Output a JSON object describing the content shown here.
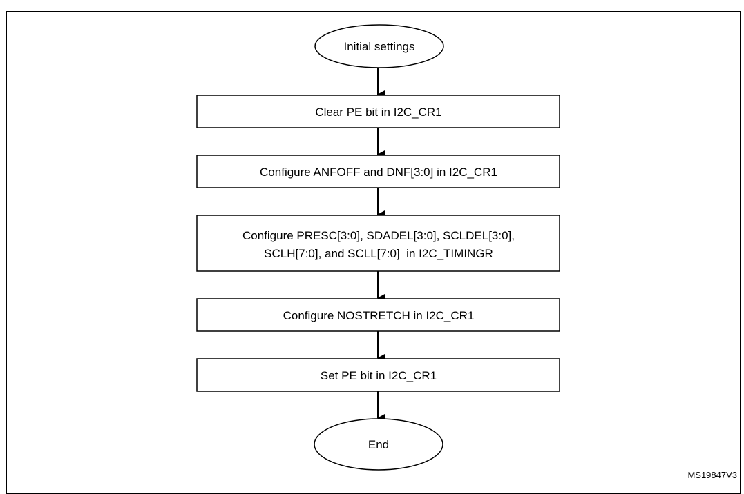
{
  "diagram": {
    "caption_fragment": "",
    "nodes": [
      {
        "id": "start",
        "shape": "ellipse",
        "lines": [
          "Initial settings"
        ]
      },
      {
        "id": "clear-pe",
        "shape": "rect",
        "lines": [
          "Clear PE bit in I2C_CR1"
        ]
      },
      {
        "id": "anfoff",
        "shape": "rect",
        "lines": [
          "Configure ANFOFF and DNF[3:0] in I2C_CR1"
        ]
      },
      {
        "id": "timing",
        "shape": "rect",
        "lines": [
          "Configure PRESC[3:0], SDADEL[3:0], SCLDEL[3:0],",
          "SCLH[7:0], and SCLL[7:0]  in I2C_TIMINGR"
        ]
      },
      {
        "id": "nostretch",
        "shape": "rect",
        "lines": [
          "Configure NOSTRETCH in I2C_CR1"
        ]
      },
      {
        "id": "set-pe",
        "shape": "rect",
        "lines": [
          "Set PE bit in I2C_CR1"
        ]
      },
      {
        "id": "end",
        "shape": "ellipse",
        "lines": [
          "End"
        ]
      }
    ],
    "edges": [
      {
        "from": "start",
        "to": "clear-pe"
      },
      {
        "from": "clear-pe",
        "to": "anfoff"
      },
      {
        "from": "anfoff",
        "to": "timing"
      },
      {
        "from": "timing",
        "to": "nostretch"
      },
      {
        "from": "nostretch",
        "to": "set-pe"
      },
      {
        "from": "set-pe",
        "to": "end"
      }
    ],
    "doc_code": "MS19847V3",
    "colors": {
      "stroke": "#000000",
      "fill": "#ffffff",
      "text": "#000000"
    }
  }
}
